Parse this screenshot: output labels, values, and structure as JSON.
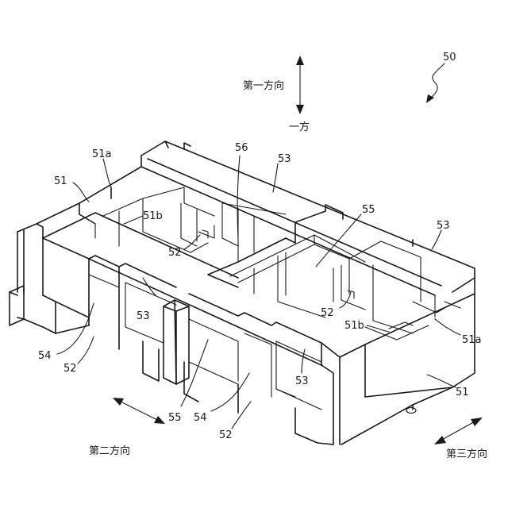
{
  "figure": {
    "assembly_label": "50",
    "direction_labels": {
      "first": "第一方向",
      "first_side": "一方",
      "second": "第二方向",
      "third": "第三方向"
    },
    "reference_labels": {
      "frame_left": "51",
      "frame_left_a": "51a",
      "frame_left_b": "51b",
      "frame_right": "51",
      "frame_right_a": "51a",
      "frame_right_b": "51b",
      "rail_top_left": "53",
      "rail_top_right": "53",
      "rail_front_1": "53",
      "rail_front_2": "53",
      "partition": "56",
      "opening_right": "55",
      "opening_front": "55",
      "clip_upper_left": "52",
      "clip_upper_right": "52",
      "clip_front_left": "52",
      "clip_front_right": "52",
      "wall_front_left": "54",
      "wall_front_right": "54"
    }
  }
}
